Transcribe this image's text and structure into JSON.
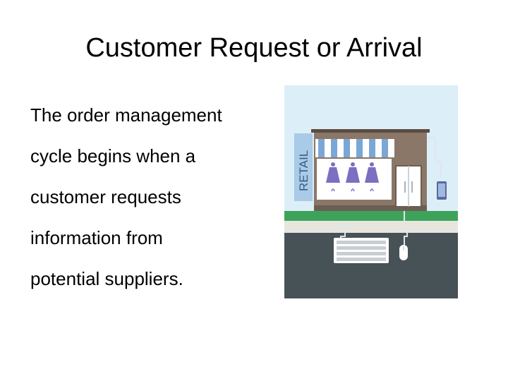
{
  "slide": {
    "title": "Customer Request or Arrival",
    "body_lines": [
      "The order management",
      "cycle begins when a",
      "customer requests",
      "information from",
      "potential suppliers."
    ]
  },
  "illustration": {
    "sign_text": "RETAIL",
    "icons": [
      "storefront",
      "tablet",
      "keyboard",
      "mouse"
    ],
    "colors": {
      "sky": "#dceef8",
      "grass": "#3ea35a",
      "road": "#475257",
      "sidewalk": "#e6e6df",
      "building": "#8a7768",
      "awning_blue": "#7ba7d6",
      "sign_blue": "#a9cbe8"
    }
  }
}
